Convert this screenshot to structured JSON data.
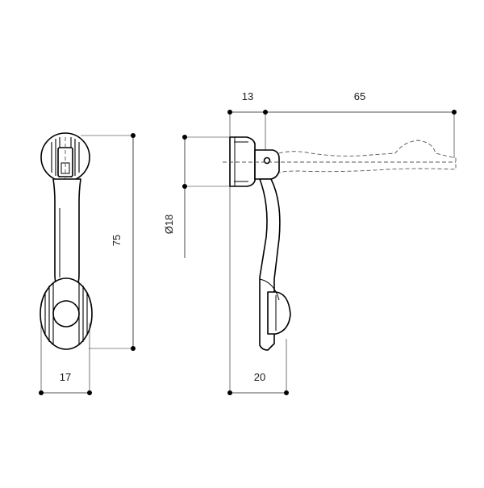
{
  "dimensions": {
    "front_width": "17",
    "front_height": "75",
    "side_width": "20",
    "shaft_diameter": "Ø18",
    "offset": "13",
    "reach": "65"
  },
  "colors": {
    "line": "#000000",
    "background": "#ffffff"
  }
}
